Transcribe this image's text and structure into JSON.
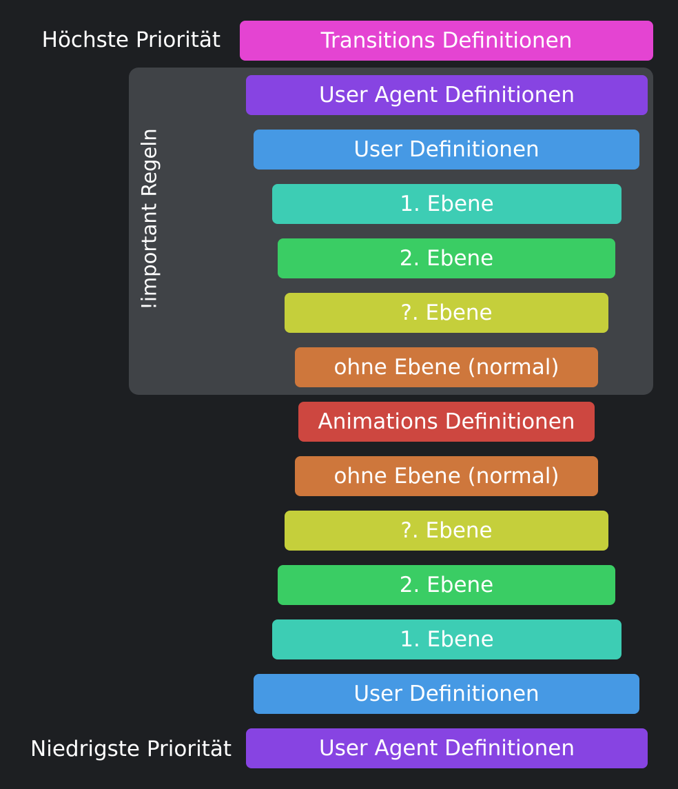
{
  "labels": {
    "highest": "Höchste Priorität",
    "lowest": "Niedrigste Priorität",
    "important_group": "!important Regeln"
  },
  "bars": [
    {
      "text": "Transitions Definitionen",
      "color": "#e444d2"
    },
    {
      "text": "User Agent Definitionen",
      "color": "#8744e2"
    },
    {
      "text": "User Definitionen",
      "color": "#4699e4"
    },
    {
      "text": "1. Ebene",
      "color": "#3dcdb4"
    },
    {
      "text": "2. Ebene",
      "color": "#3acd64"
    },
    {
      "text": "?. Ebene",
      "color": "#c5cf3b"
    },
    {
      "text": "ohne Ebene (normal)",
      "color": "#ce773c"
    },
    {
      "text": "Animations Definitionen",
      "color": "#cd4740"
    },
    {
      "text": "ohne Ebene (normal)",
      "color": "#ce773c"
    },
    {
      "text": "?. Ebene",
      "color": "#c5cf3b"
    },
    {
      "text": "2. Ebene",
      "color": "#3acd64"
    },
    {
      "text": "1. Ebene",
      "color": "#3dcdb4"
    },
    {
      "text": "User Definitionen",
      "color": "#4699e4"
    },
    {
      "text": "User Agent Definitionen",
      "color": "#8744e2"
    }
  ],
  "colors": {
    "background": "#1d1f22",
    "group_background": "#404347",
    "text": "#ffffff"
  }
}
